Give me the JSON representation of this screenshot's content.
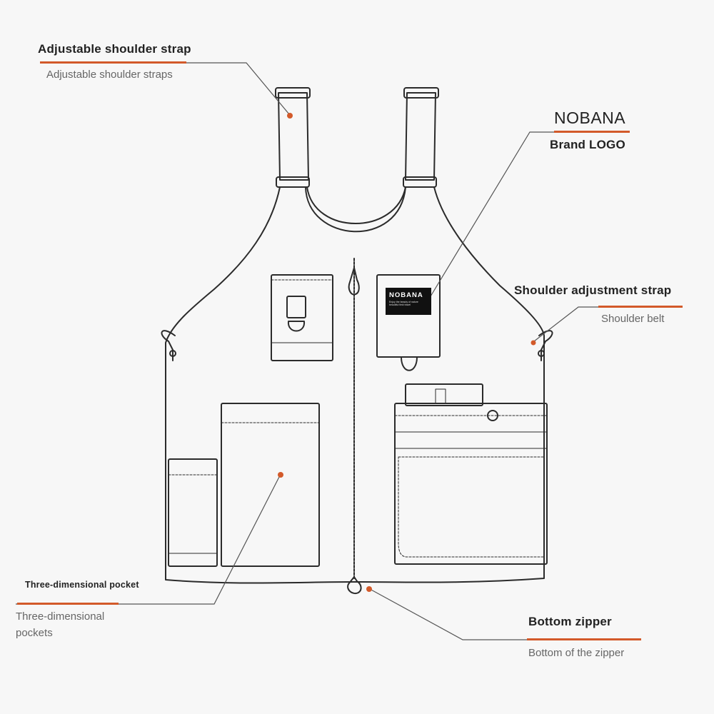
{
  "colors": {
    "accent": "#d35a2a",
    "line": "#2b2b2b",
    "background": "#f7f7f7",
    "leader": "#555555"
  },
  "labels": {
    "strap": {
      "title": "Adjustable shoulder strap",
      "subtitle": "Adjustable shoulder straps"
    },
    "brand": {
      "name": "NOBANA",
      "title": "Brand LOGO"
    },
    "shoulder_adjust": {
      "title": "Shoulder adjustment strap",
      "subtitle": "Shoulder  belt"
    },
    "pocket": {
      "title": "Three-dimensional pocket",
      "subtitle_line1": "Three-dimensional",
      "subtitle_line2": "pockets"
    },
    "zipper": {
      "title": "Bottom zipper",
      "subtitle": "Bottom of the zipper"
    }
  },
  "logo_patch": {
    "name": "NOBANA",
    "small_text": "Enjoy the beauty of nature\nbeautiful field travel"
  }
}
